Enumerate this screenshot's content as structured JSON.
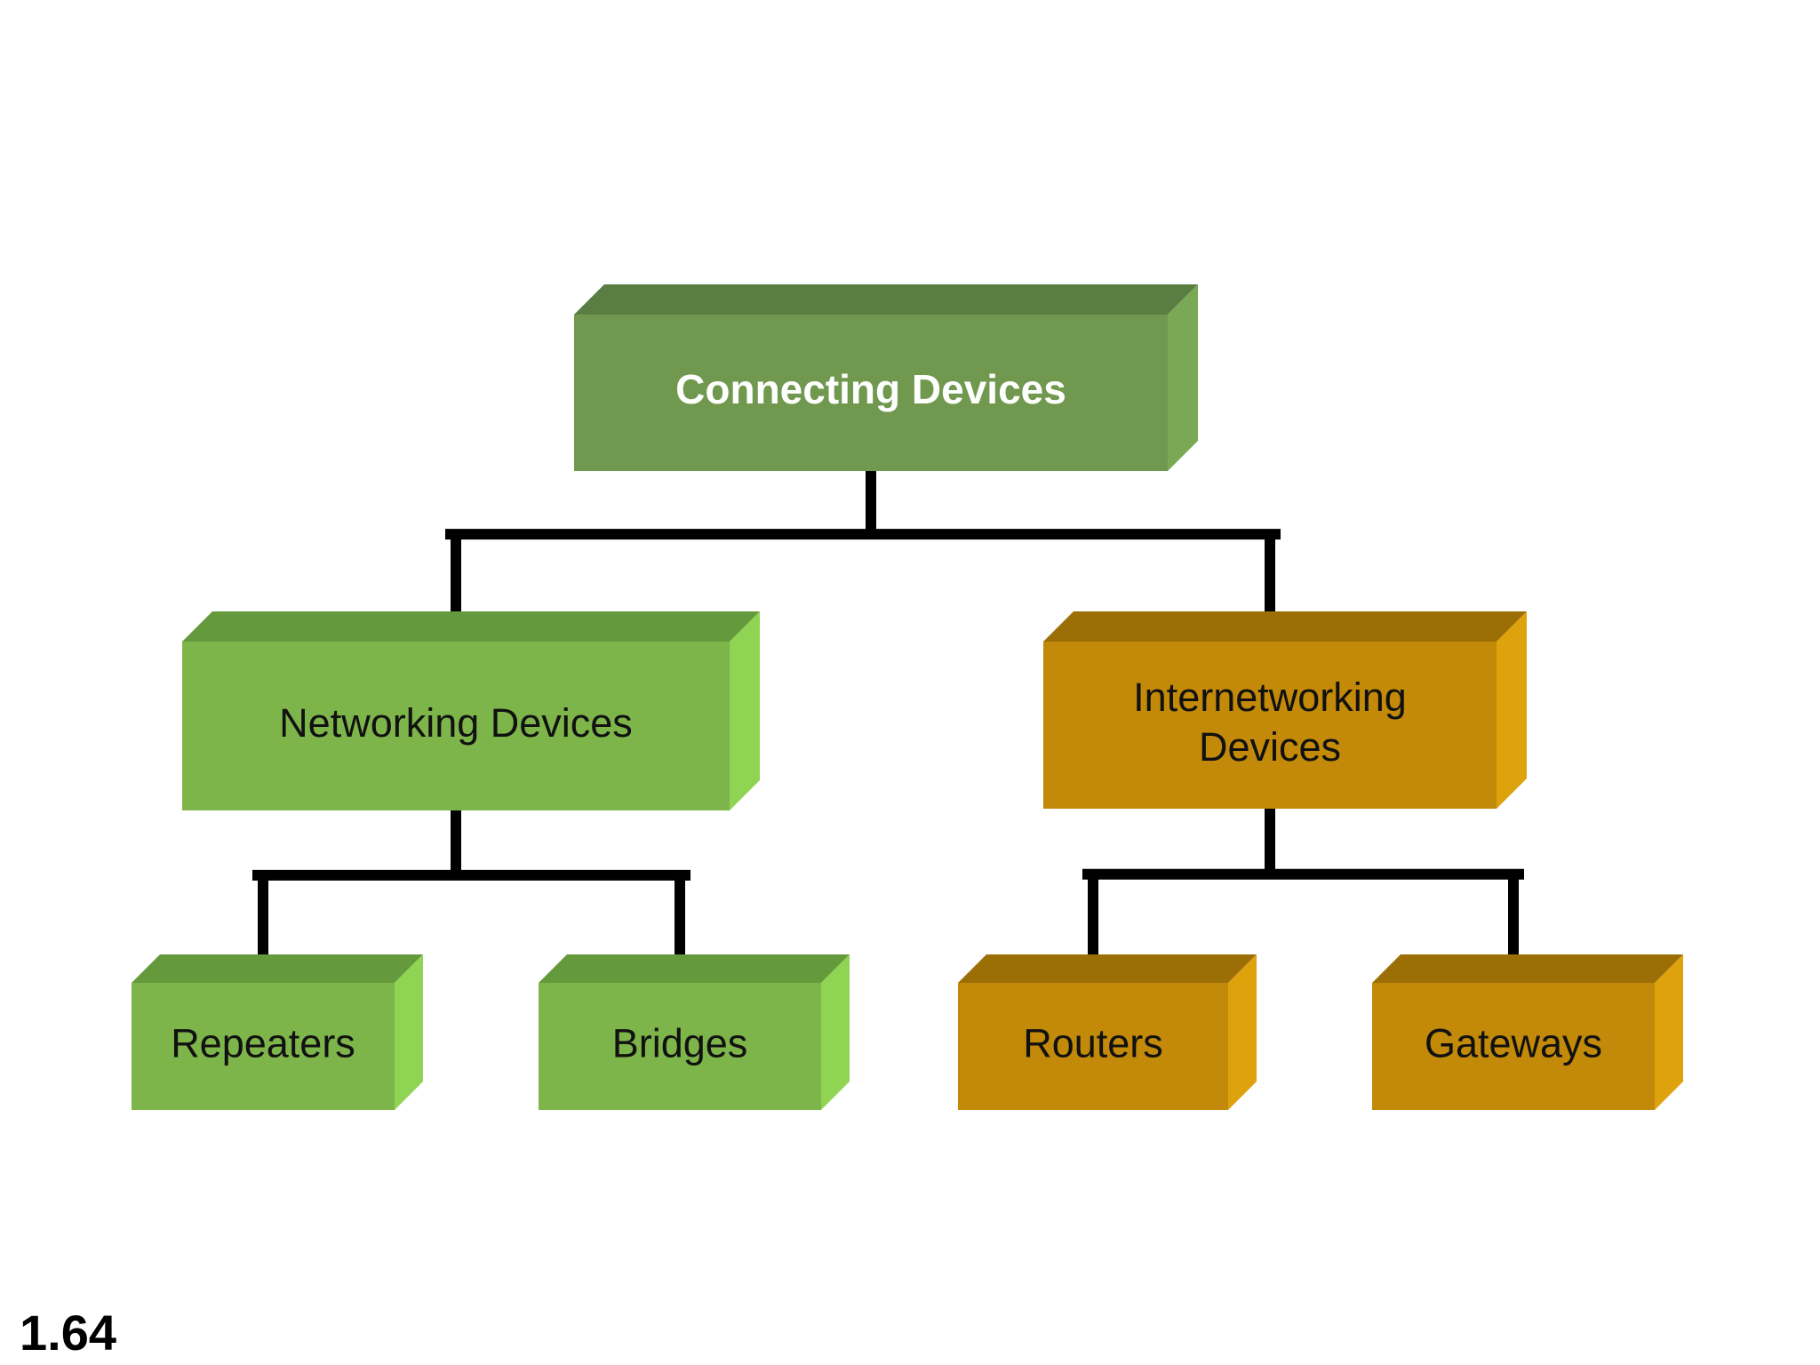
{
  "diagram": {
    "nodes": {
      "root": {
        "label_lines": [
          "Connecting Devices"
        ]
      },
      "networking": {
        "label_lines": [
          "Networking Devices"
        ]
      },
      "internetworking": {
        "label_lines": [
          "Internetworking",
          "Devices"
        ]
      },
      "repeaters": {
        "label_lines": [
          "Repeaters"
        ]
      },
      "bridges": {
        "label_lines": [
          "Bridges"
        ]
      },
      "routers": {
        "label_lines": [
          "Routers"
        ]
      },
      "gateways": {
        "label_lines": [
          "Gateways"
        ]
      }
    },
    "edges": [
      [
        "root",
        "networking"
      ],
      [
        "root",
        "internetworking"
      ],
      [
        "networking",
        "repeaters"
      ],
      [
        "networking",
        "bridges"
      ],
      [
        "internetworking",
        "routers"
      ],
      [
        "internetworking",
        "gateways"
      ]
    ],
    "colors": {
      "root": {
        "front": "#70994f",
        "top": "#5a7d42",
        "side": "#7aa854",
        "text": "#ffffff"
      },
      "green": {
        "front": "#7eb54a",
        "top": "#659a3c",
        "side": "#8fd452",
        "text": "#111111"
      },
      "gold": {
        "front": "#c28a08",
        "top": "#9c6e06",
        "side": "#dea20c",
        "text": "#111111"
      },
      "connector": "#000000"
    }
  },
  "footer": {
    "slide_number": "1.64"
  }
}
